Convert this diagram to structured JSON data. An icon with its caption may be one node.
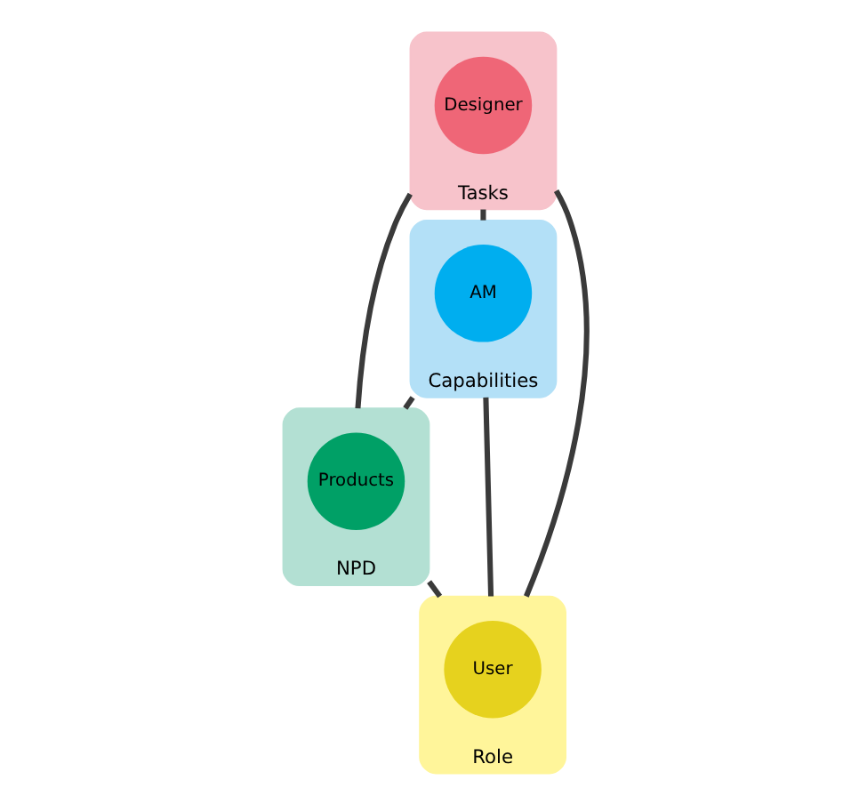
{
  "diagram": {
    "nodes": [
      {
        "text": [
          "Tasks"
        ]
      },
      {
        "text": [
          "Designer"
        ],
        "in": 0
      },
      {
        "text": [
          "NPD"
        ]
      },
      {
        "text": [
          "Products"
        ],
        "in": 2
      },
      {
        "text": [
          "Capabilities"
        ]
      },
      {
        "text": [
          "AM"
        ],
        "in": 4
      },
      {
        "text": [
          "Role"
        ]
      },
      {
        "text": [
          "User"
        ],
        "in": 6
      }
    ],
    "edges": [
      {
        "from": 0,
        "to": 2,
        "arrow": "none"
      },
      {
        "from": 0,
        "to": 4,
        "arrow": "none"
      },
      {
        "from": 4,
        "to": 2,
        "arrow": "none"
      },
      {
        "from": 0,
        "to": 6,
        "arrow": "none"
      },
      {
        "from": 4,
        "to": 6,
        "arrow": "none"
      },
      {
        "from": 2,
        "to": 6,
        "arrow": "none"
      }
    ]
  }
}
